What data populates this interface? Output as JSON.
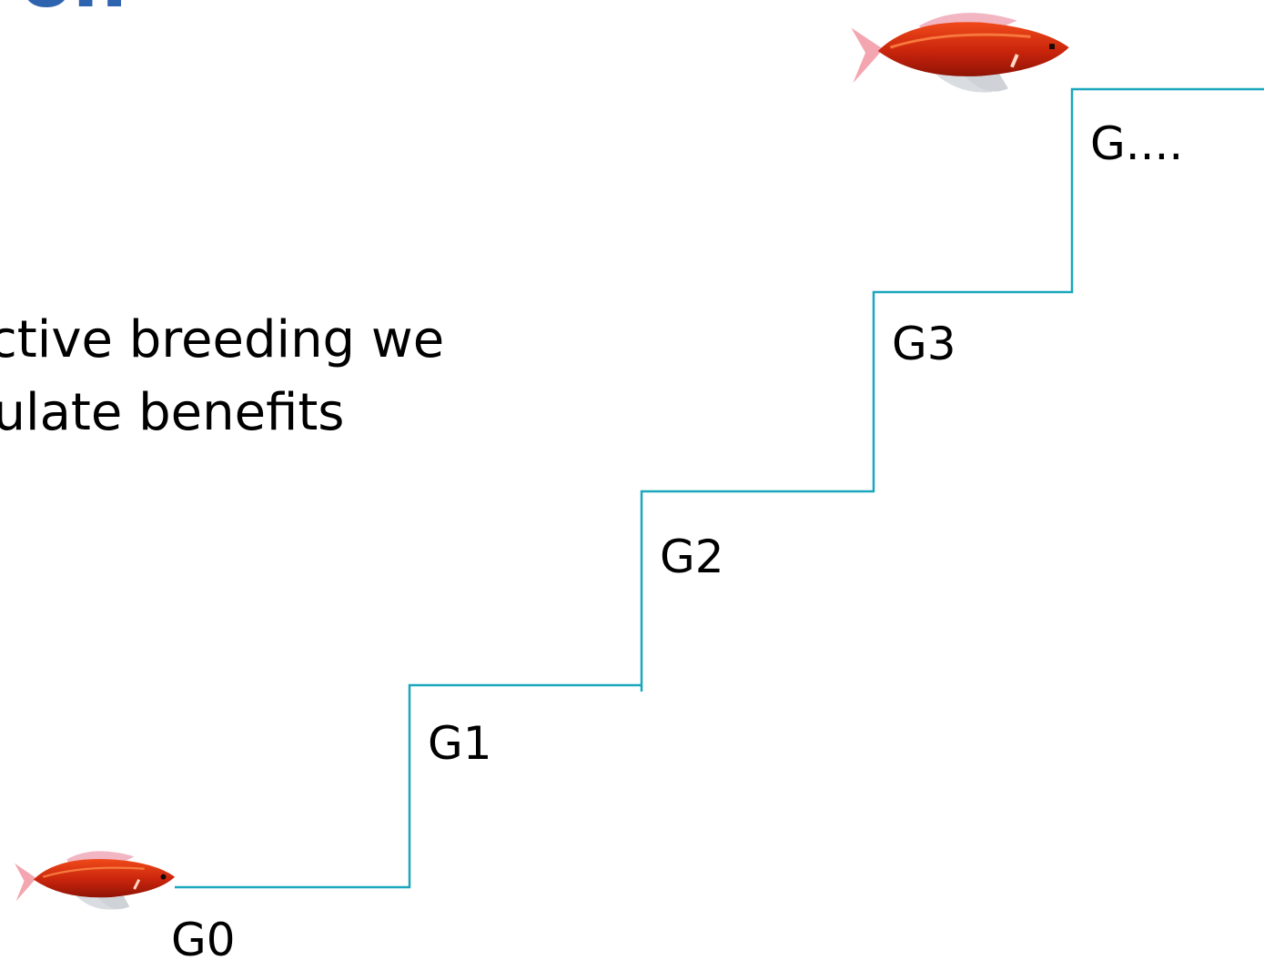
{
  "slide": {
    "title_fragment": "on",
    "body_lines": [
      "lective breeding we",
      "mulate benefits"
    ]
  },
  "diagram": {
    "stair_color": "#1aa7bd",
    "generations": [
      "G0",
      "G1",
      "G2",
      "G3",
      "G...."
    ],
    "fish": [
      {
        "icon": "red-fish-icon",
        "depicts": "start"
      },
      {
        "icon": "red-fish-icon",
        "depicts": "end"
      }
    ]
  }
}
